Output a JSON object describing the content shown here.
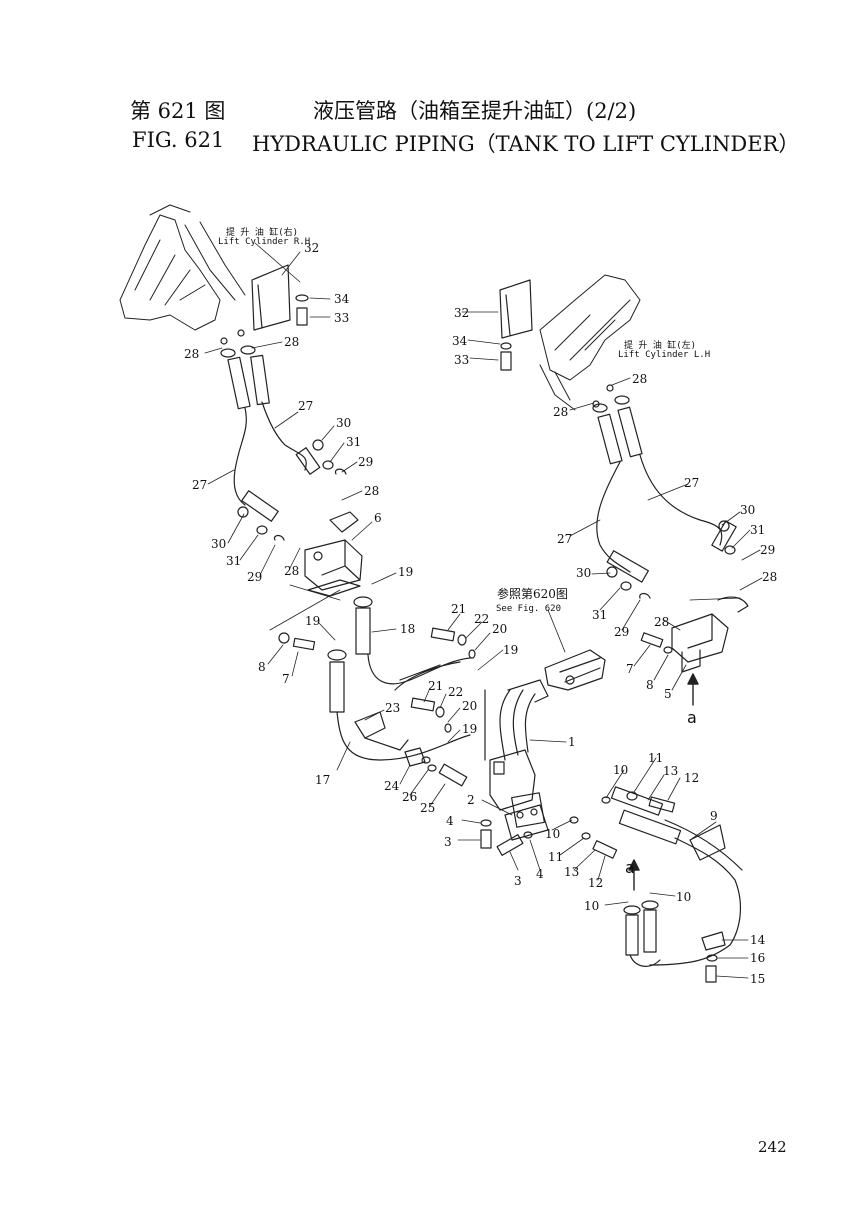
{
  "header": {
    "cn_fig": "第 621 图",
    "cn_title": "液压管路（油箱至提升油缸）(2/2)",
    "en_fig": "FIG. 621",
    "en_title": "HYDRAULIC PIPING（TANK TO LIFT CYLINDER）"
  },
  "labels": {
    "lift_rh_cn": "提 升 油 缸(右)",
    "lift_rh_en": "Lift Cylinder R.H",
    "lift_lh_cn": "提 升 油 缸(左)",
    "lift_lh_en": "Lift Cylinder L.H",
    "see_fig_cn": "参照第620图",
    "see_fig_en": "See Fig. 620",
    "view_a": "a"
  },
  "callouts": [
    "1",
    "2",
    "3",
    "4",
    "5",
    "6",
    "7",
    "8",
    "9",
    "10",
    "11",
    "12",
    "13",
    "14",
    "15",
    "16",
    "17",
    "18",
    "19",
    "20",
    "21",
    "22",
    "23",
    "24",
    "25",
    "26",
    "27",
    "28",
    "29",
    "30",
    "31",
    "32",
    "33",
    "34"
  ],
  "page_number": "242"
}
